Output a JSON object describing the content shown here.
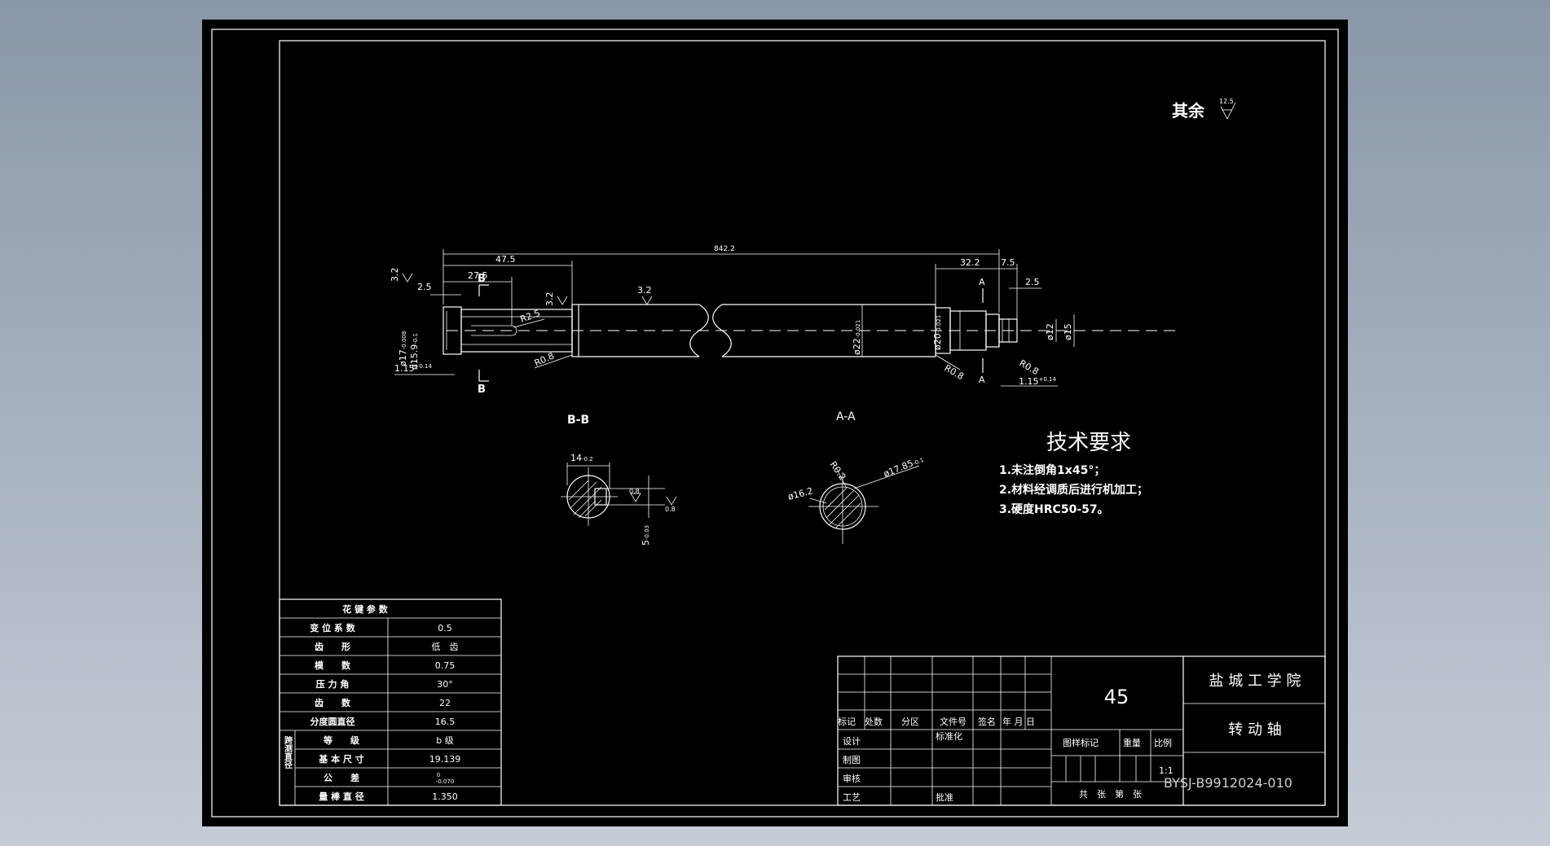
{
  "drawing": {
    "surface_note": {
      "label": "其余",
      "value": "12.5"
    },
    "main_view": {
      "total_length": "842.2",
      "dims": {
        "d_47_5": "47.5",
        "d_27_5": "27.5",
        "d_2_5_left": "2.5",
        "d_32_2": "32.2",
        "d_7_5": "7.5",
        "d_2_5_right": "2.5",
        "r_2_5": "R2.5",
        "r_0_8_a": "R0.8",
        "r_0_8_b": "R0.8",
        "r_0_8_c": "R0.8",
        "dia_17": "ø17",
        "dia_17_tol": "-0.008",
        "dia_15_9": "ø15.9",
        "dia_15_9_tol": "-0.1",
        "dia_22": "ø22",
        "dia_22_tol": "-0.021",
        "dia_20": "ø20",
        "dia_20_tol": "-0.021",
        "dia_12": "ø12",
        "dia_15": "ø15",
        "groove_left": "1.15",
        "groove_left_tol": "+0.14",
        "groove_right": "1.15",
        "groove_right_tol": "+0.14",
        "rough_1": "3.2",
        "rough_2": "3.2",
        "rough_3": "3.2"
      },
      "section_b": "B",
      "section_a": "A"
    },
    "section_bb": {
      "title": "B-B",
      "width": "14",
      "width_tol": "-0.2",
      "depth": "5",
      "depth_tol": "-0.03",
      "rough_a": "0.8",
      "rough_b": "0.8"
    },
    "section_aa": {
      "title": "A-A",
      "r": "R0.2",
      "d_outer": "ø17.85",
      "d_outer_tol": "-0.1",
      "d_inner": "ø16.2"
    },
    "tech_requirements": {
      "title": "技术要求",
      "items": [
        "1.未注倒角1x45°；",
        "2.材料经调质后进行机加工；",
        "3.硬度HRC50-57。"
      ]
    },
    "spline_table": {
      "title": "花 键 参 数",
      "rows": [
        {
          "name": "变 位 系 数",
          "value": "0.5"
        },
        {
          "name": "齿　　形",
          "value": "低　齿"
        },
        {
          "name": "模　　数",
          "value": "0.75"
        },
        {
          "name": "压 力 角",
          "value": "30°"
        },
        {
          "name": "齿　　数",
          "value": "22"
        },
        {
          "name": "分度圆直径",
          "value": "16.5"
        }
      ],
      "group_label": "跨测直径",
      "group_rows": [
        {
          "name": "等　　级",
          "value": "b 级"
        },
        {
          "name": "基 本 尺 寸",
          "value": "19.139"
        },
        {
          "name": "公　　差",
          "value": "0",
          "tol": "-0.070"
        },
        {
          "name": "量 棒 直 径",
          "value": "1.350"
        }
      ]
    },
    "title_block": {
      "material": "45",
      "school": "盐 城 工 学 院",
      "part_name": "转 动 轴",
      "drawing_no": "BYSJ-B9912024-010",
      "scale": "1:1",
      "headers": {
        "mark": "标记",
        "count": "处数",
        "zone": "分区",
        "doc_no": "文件号",
        "sign": "签名",
        "date": "年 月 日"
      },
      "roles": {
        "design": "设计",
        "drafting": "制图",
        "review": "审核",
        "process": "工艺",
        "standard": "标准化",
        "approve": "批准"
      },
      "labels": {
        "drawing_mark": "图样标记",
        "weight": "重量",
        "scale": "比例",
        "sheets": "共　张　第　张"
      }
    }
  }
}
